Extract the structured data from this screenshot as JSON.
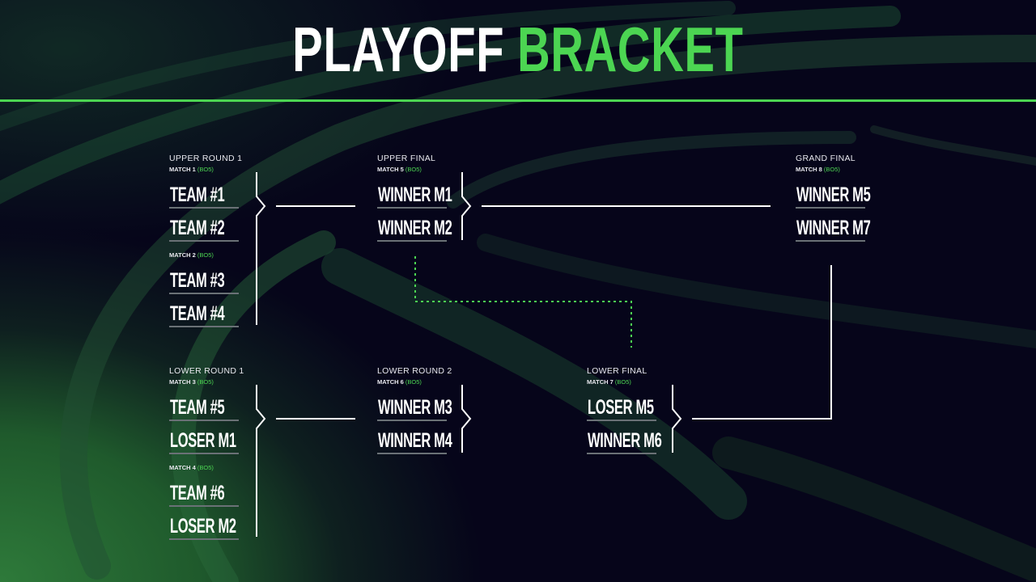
{
  "title": {
    "part1": "PLAYOFF",
    "part2": "BRACKET"
  },
  "colors": {
    "accent": "#4cd552",
    "background": "#06051a",
    "line": "#ffffff"
  },
  "rounds": {
    "upper_round_1": {
      "label": "UPPER ROUND 1",
      "matches": [
        {
          "label": "MATCH 1",
          "format": "(BO5)",
          "teams": [
            "TEAM #1",
            "TEAM #2"
          ]
        },
        {
          "label": "MATCH 2",
          "format": "(BO5)",
          "teams": [
            "TEAM #3",
            "TEAM #4"
          ]
        }
      ]
    },
    "upper_final": {
      "label": "UPPER FINAL",
      "matches": [
        {
          "label": "MATCH 5",
          "format": "(BO5)",
          "teams": [
            "WINNER M1",
            "WINNER M2"
          ]
        }
      ]
    },
    "grand_final": {
      "label": "GRAND FINAL",
      "matches": [
        {
          "label": "MATCH 8",
          "format": "(BO5)",
          "teams": [
            "WINNER M5",
            "WINNER M7"
          ]
        }
      ]
    },
    "lower_round_1": {
      "label": "LOWER ROUND 1",
      "matches": [
        {
          "label": "MATCH 3",
          "format": "(BO5)",
          "teams": [
            "TEAM #5",
            "LOSER M1"
          ]
        },
        {
          "label": "MATCH 4",
          "format": "(BO5)",
          "teams": [
            "TEAM #6",
            "LOSER M2"
          ]
        }
      ]
    },
    "lower_round_2": {
      "label": "LOWER ROUND 2",
      "matches": [
        {
          "label": "MATCH 6",
          "format": "(BO5)",
          "teams": [
            "WINNER M3",
            "WINNER M4"
          ]
        }
      ]
    },
    "lower_final": {
      "label": "LOWER FINAL",
      "matches": [
        {
          "label": "MATCH 7",
          "format": "(BO5)",
          "teams": [
            "LOSER M5",
            "WINNER M6"
          ]
        }
      ]
    }
  }
}
